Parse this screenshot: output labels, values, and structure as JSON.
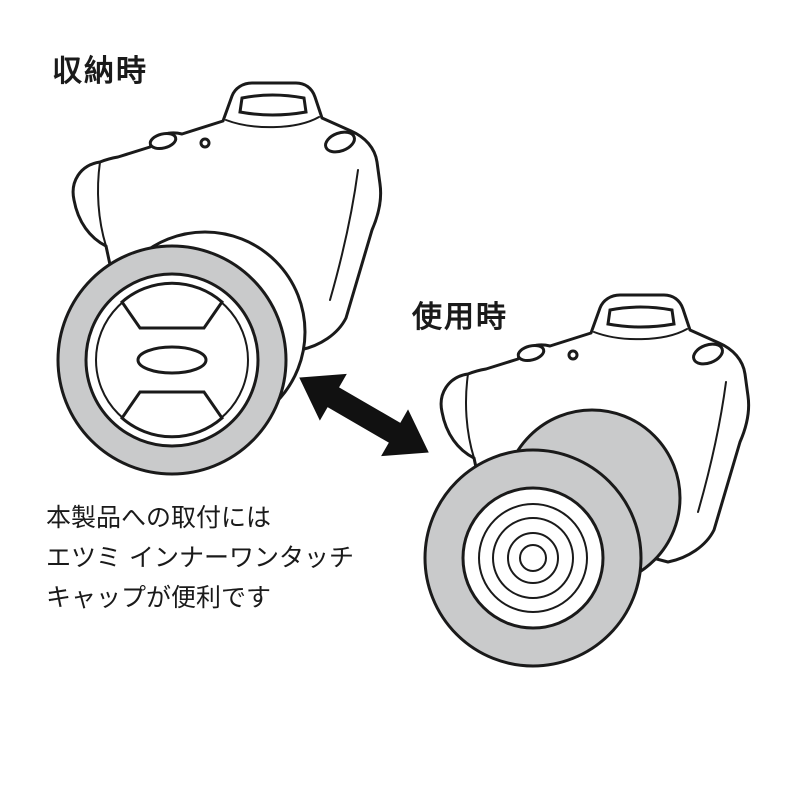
{
  "labels": {
    "stored": "収納時",
    "in_use": "使用時"
  },
  "note": {
    "line1": "本製品への取付には",
    "line2": "エツミ インナーワンタッチ",
    "line3": "キャップが便利です"
  },
  "colors": {
    "outline": "#1a1a1a",
    "shade": "#c9cacb",
    "background": "#ffffff",
    "arrow": "#111111"
  },
  "icons": {
    "swap_arrow": "double-headed-arrow"
  }
}
